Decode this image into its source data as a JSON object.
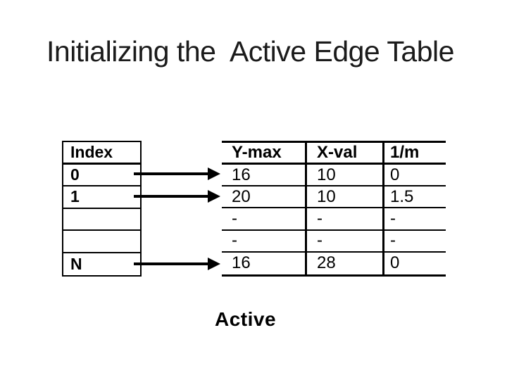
{
  "colors": {
    "background": "#ffffff",
    "ink": "#000000",
    "title_color": "#1b1b1b"
  },
  "slide": {
    "title": "Initializing the  Active Edge Table",
    "caption": "Active"
  },
  "index_table": {
    "header": "Index",
    "rows": [
      "0",
      "1",
      "",
      "",
      "N"
    ]
  },
  "active_edge_table": {
    "headers": [
      "Y-max",
      "X-val",
      "1/m"
    ],
    "rows": [
      [
        "16",
        "10",
        "0"
      ],
      [
        "20",
        "10",
        "1.5"
      ],
      [
        "-",
        "-",
        "-"
      ],
      [
        "-",
        "-",
        "-"
      ],
      [
        "16",
        "28",
        "0"
      ]
    ]
  },
  "arrows": [
    {
      "from": "index-0",
      "to": "aet-row-1"
    },
    {
      "from": "index-1",
      "to": "aet-row-2"
    },
    {
      "from": "index-N",
      "to": "aet-row-5"
    }
  ]
}
